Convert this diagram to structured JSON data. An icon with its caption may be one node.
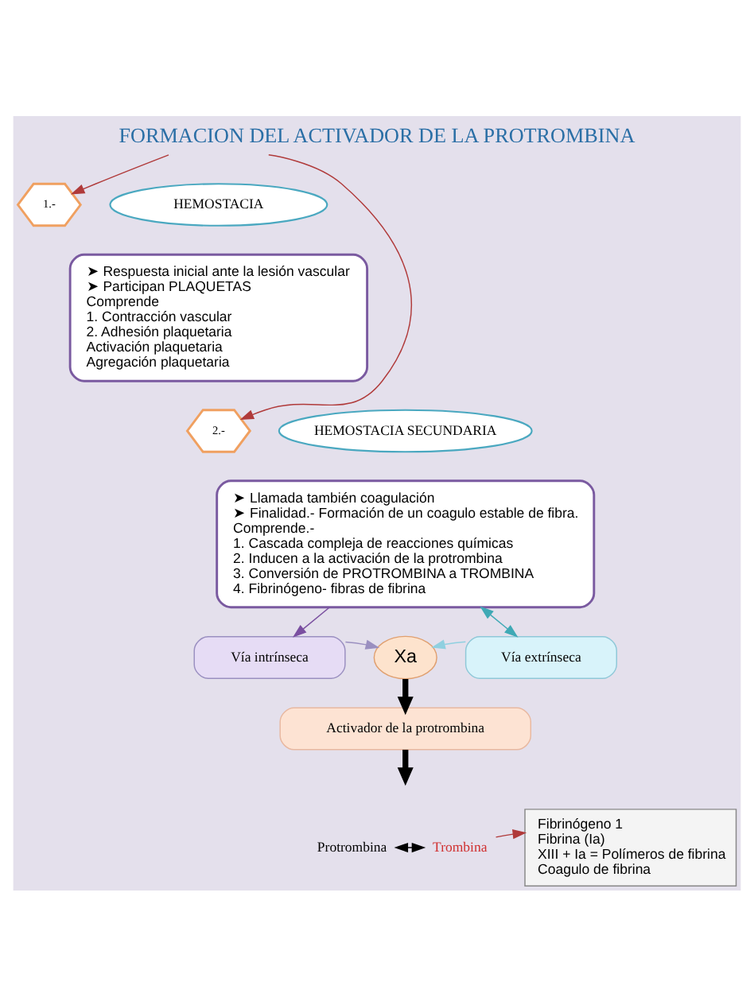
{
  "diagram": {
    "title": "FORMACION DEL ACTIVADOR DE LA PROTROMBINA",
    "nodes": [
      {
        "text": [
          "1.-"
        ]
      },
      {
        "text": [
          "HEMOSTACIA"
        ]
      },
      {
        "text": [
          "➤ Respuesta inicial ante la lesión vascular",
          "➤ Participan PLAQUETAS",
          "Comprende",
          "1. Contracción vascular",
          "2. Adhesión plaquetaria",
          "Activación plaquetaria",
          "Agregación plaquetaria"
        ]
      },
      {
        "text": [
          "2.-"
        ]
      },
      {
        "text": [
          "HEMOSTACIA SECUNDARIA"
        ]
      },
      {
        "text": [
          "➤ Llamada también coagulación",
          "➤ Finalidad.- Formación de un coagulo estable de fibra.",
          "Comprende.-",
          "1. Cascada compleja de reacciones químicas",
          "2. Inducen a la activación de la protrombina",
          "3. Conversión de PROTROMBINA a TROMBINA",
          "4. Fibrinógeno- fibras de fibrina"
        ]
      },
      {
        "text": [
          "Vía intrínseca"
        ]
      },
      {
        "text": [
          "Xa"
        ]
      },
      {
        "text": [
          "Vía extrínseca"
        ]
      },
      {
        "text": [
          "Activador de la protrombina"
        ]
      },
      {
        "text": [
          "Protrombina"
        ]
      },
      {
        "text": [
          "Trombina"
        ]
      },
      {
        "text": [
          "Fibrinógeno 1",
          "Fibrina (Ia)",
          "XIII + Ia = Polímeros de fibrina",
          "Coagulo de fibrina"
        ]
      }
    ],
    "edges": [
      {
        "from": null,
        "to": 0,
        "arrow": "to",
        "color": "#b03a3a"
      },
      {
        "from": null,
        "to": 3,
        "arrow": "to",
        "color": "#b03a3a"
      },
      {
        "from": 5,
        "to": 6,
        "arrow": "to",
        "color": "#7a4fa0"
      },
      {
        "from": 5,
        "to": 8,
        "arrow": "both",
        "color": "#3fa9b5"
      },
      {
        "from": 6,
        "to": 7,
        "arrow": "to",
        "color": "#9a8fc0"
      },
      {
        "from": 8,
        "to": 7,
        "arrow": "to",
        "color": "#8fd0e0"
      },
      {
        "from": 7,
        "to": 9,
        "arrow": "to",
        "style": "thick",
        "color": "#000000"
      },
      {
        "from": 9,
        "to": null,
        "arrow": "to",
        "style": "thick",
        "color": "#000000"
      },
      {
        "from": 10,
        "to": 11,
        "arrow": "both",
        "color": "#000000"
      },
      {
        "from": 11,
        "to": 12,
        "arrow": "to",
        "color": "#b03a3a"
      }
    ]
  }
}
